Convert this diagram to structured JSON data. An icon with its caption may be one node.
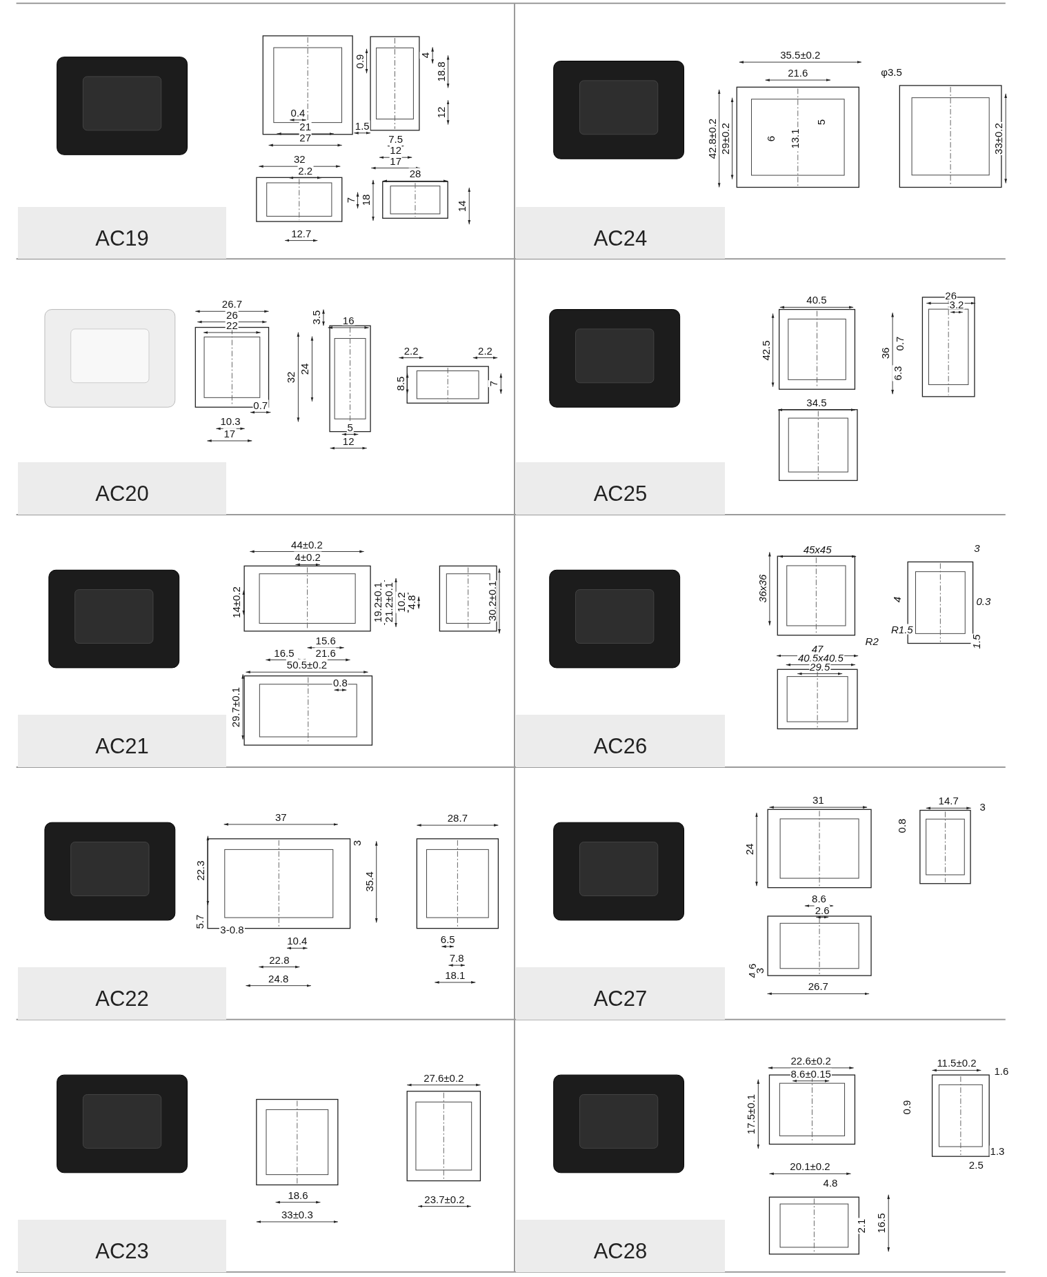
{
  "diagram": {
    "nodes": [
      {
        "text": [
          "AC19"
        ]
      },
      {
        "text": [
          "AC24"
        ]
      },
      {
        "text": [
          "AC20"
        ]
      },
      {
        "text": [
          "AC25"
        ]
      },
      {
        "text": [
          "AC21"
        ]
      },
      {
        "text": [
          "AC26"
        ]
      },
      {
        "text": [
          "AC22"
        ]
      },
      {
        "text": [
          "AC27"
        ]
      },
      {
        "text": [
          "AC23"
        ]
      },
      {
        "text": [
          "AC28"
        ]
      }
    ],
    "labels": [
      "0.9",
      "4",
      "18.8",
      "0.4",
      "12",
      "1.5",
      "21",
      "7.5",
      "27",
      "12",
      "17",
      "32",
      "2.2",
      "28",
      "7",
      "18",
      "14",
      "12.7",
      "35.5±0.2",
      "21.6",
      "φ3.5",
      "42.8±0.2",
      "29±0.2",
      "6",
      "13.1",
      "5",
      "33±0.2",
      "26.7",
      "26",
      "22",
      "3.5",
      "16",
      "2.2",
      "2.2",
      "32",
      "24",
      "8.5",
      "7",
      "0.7",
      "10.3",
      "5",
      "17",
      "12",
      "40.5",
      "26",
      "3.2",
      "42.5",
      "36",
      "0.7",
      "6.3",
      "34.5",
      "44±0.2",
      "4±0.2",
      "14±0.2",
      "19.2±0.1",
      "21.2±0.1",
      "10.2",
      "4.8",
      "30.2±0.1",
      "15.6",
      "16.5",
      "21.6",
      "50.5±0.2",
      "0.8",
      "29.7±0.1",
      "45x45",
      "3",
      "36x36",
      "4",
      "0.3",
      "R1.5",
      "R2",
      "47",
      "40.5x40.5",
      "29.5",
      "1.5",
      "37",
      "3",
      "28.7",
      "22.3",
      "35.4",
      "5.7",
      "3-0.8",
      "10.4",
      "6.5",
      "7.8",
      "22.8",
      "18.1",
      "24.8",
      "31",
      "14.7",
      "3",
      "0.8",
      "24",
      "8.6",
      "2.6",
      "4.6",
      "3",
      "26.7",
      "27.6±0.2",
      "18.6",
      "23.7±0.2",
      "33±0.3",
      "22.6±0.2",
      "8.6±0.15",
      "11.5±0.2",
      "1.6",
      "17.5±0.1",
      "0.9",
      "1.3",
      "20.1±0.2",
      "2.5",
      "4.8",
      "2.1",
      "16.5"
    ]
  }
}
